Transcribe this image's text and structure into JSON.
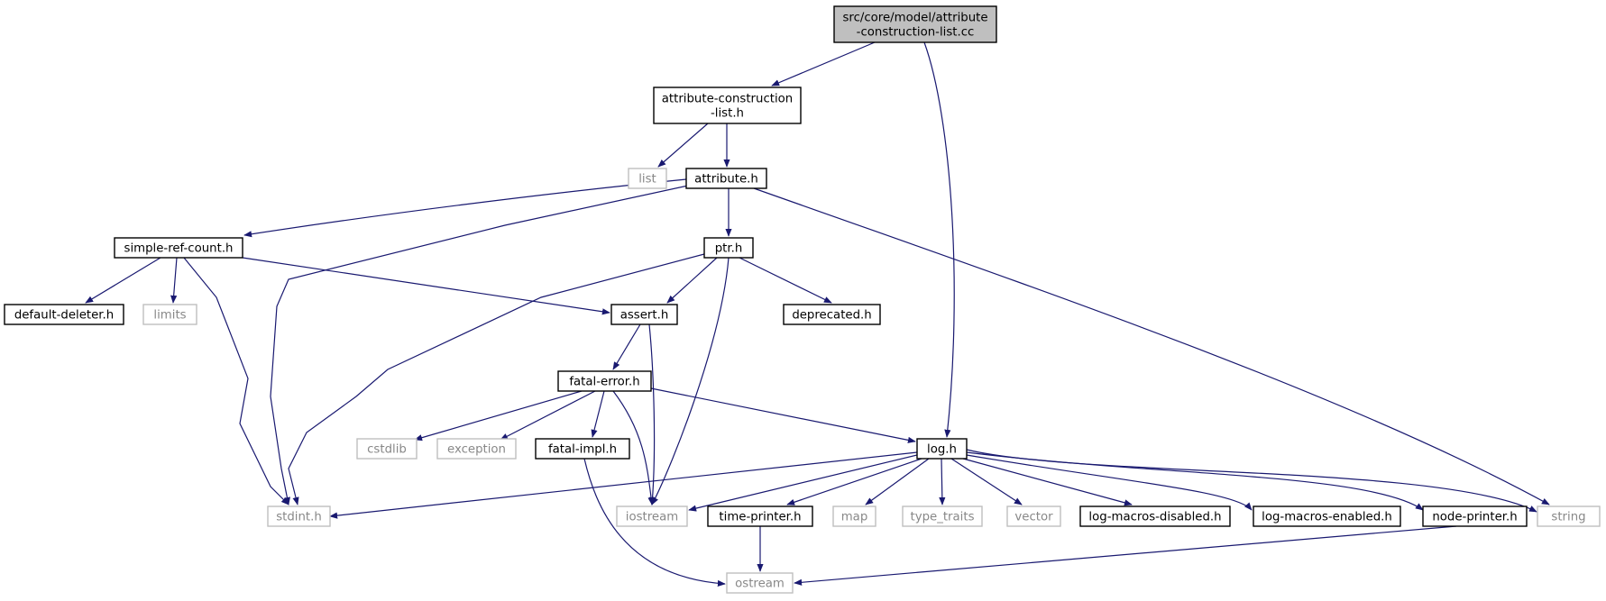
{
  "diagram": {
    "type": "include-dependency-graph",
    "colors": {
      "edge": "#191970",
      "root_fill": "#bfbfbf",
      "local_stroke": "#000000",
      "system_stroke": "#bfbfbf",
      "system_text": "#888888"
    },
    "nodes": [
      {
        "id": "root",
        "lines": [
          "src/core/model/attribute",
          "-construction-list.cc"
        ],
        "kind": "root"
      },
      {
        "id": "acl_h",
        "lines": [
          "attribute-construction",
          "-list.h"
        ],
        "kind": "local"
      },
      {
        "id": "list",
        "lines": [
          "list"
        ],
        "kind": "system"
      },
      {
        "id": "attribute_h",
        "lines": [
          "attribute.h"
        ],
        "kind": "local"
      },
      {
        "id": "simple_ref",
        "lines": [
          "simple-ref-count.h"
        ],
        "kind": "local"
      },
      {
        "id": "ptr_h",
        "lines": [
          "ptr.h"
        ],
        "kind": "local"
      },
      {
        "id": "default_deleter",
        "lines": [
          "default-deleter.h"
        ],
        "kind": "local"
      },
      {
        "id": "limits",
        "lines": [
          "limits"
        ],
        "kind": "system"
      },
      {
        "id": "assert_h",
        "lines": [
          "assert.h"
        ],
        "kind": "local"
      },
      {
        "id": "deprecated_h",
        "lines": [
          "deprecated.h"
        ],
        "kind": "local"
      },
      {
        "id": "fatal_error",
        "lines": [
          "fatal-error.h"
        ],
        "kind": "local"
      },
      {
        "id": "cstdlib",
        "lines": [
          "cstdlib"
        ],
        "kind": "system"
      },
      {
        "id": "exception",
        "lines": [
          "exception"
        ],
        "kind": "system"
      },
      {
        "id": "fatal_impl",
        "lines": [
          "fatal-impl.h"
        ],
        "kind": "local"
      },
      {
        "id": "log_h",
        "lines": [
          "log.h"
        ],
        "kind": "local"
      },
      {
        "id": "stdint",
        "lines": [
          "stdint.h"
        ],
        "kind": "system"
      },
      {
        "id": "iostream",
        "lines": [
          "iostream"
        ],
        "kind": "system"
      },
      {
        "id": "time_printer",
        "lines": [
          "time-printer.h"
        ],
        "kind": "local"
      },
      {
        "id": "map",
        "lines": [
          "map"
        ],
        "kind": "system"
      },
      {
        "id": "type_traits",
        "lines": [
          "type_traits"
        ],
        "kind": "system"
      },
      {
        "id": "vector",
        "lines": [
          "vector"
        ],
        "kind": "system"
      },
      {
        "id": "log_dis",
        "lines": [
          "log-macros-disabled.h"
        ],
        "kind": "local"
      },
      {
        "id": "log_en",
        "lines": [
          "log-macros-enabled.h"
        ],
        "kind": "local"
      },
      {
        "id": "node_printer",
        "lines": [
          "node-printer.h"
        ],
        "kind": "local"
      },
      {
        "id": "string",
        "lines": [
          "string"
        ],
        "kind": "system"
      },
      {
        "id": "ostream",
        "lines": [
          "ostream"
        ],
        "kind": "system"
      }
    ],
    "edges": [
      {
        "from": "root",
        "to": "acl_h"
      },
      {
        "from": "root",
        "to": "log_h"
      },
      {
        "from": "acl_h",
        "to": "list"
      },
      {
        "from": "acl_h",
        "to": "attribute_h"
      },
      {
        "from": "attribute_h",
        "to": "simple_ref"
      },
      {
        "from": "attribute_h",
        "to": "stdint"
      },
      {
        "from": "attribute_h",
        "to": "ptr_h"
      },
      {
        "from": "attribute_h",
        "to": "string"
      },
      {
        "from": "simple_ref",
        "to": "default_deleter"
      },
      {
        "from": "simple_ref",
        "to": "limits"
      },
      {
        "from": "simple_ref",
        "to": "stdint"
      },
      {
        "from": "simple_ref",
        "to": "assert_h"
      },
      {
        "from": "ptr_h",
        "to": "assert_h"
      },
      {
        "from": "ptr_h",
        "to": "deprecated_h"
      },
      {
        "from": "ptr_h",
        "to": "stdint"
      },
      {
        "from": "ptr_h",
        "to": "iostream"
      },
      {
        "from": "assert_h",
        "to": "fatal_error"
      },
      {
        "from": "assert_h",
        "to": "iostream"
      },
      {
        "from": "fatal_error",
        "to": "cstdlib"
      },
      {
        "from": "fatal_error",
        "to": "exception"
      },
      {
        "from": "fatal_error",
        "to": "fatal_impl"
      },
      {
        "from": "fatal_error",
        "to": "iostream"
      },
      {
        "from": "fatal_error",
        "to": "log_h"
      },
      {
        "from": "fatal_impl",
        "to": "ostream"
      },
      {
        "from": "log_h",
        "to": "stdint"
      },
      {
        "from": "log_h",
        "to": "iostream"
      },
      {
        "from": "log_h",
        "to": "time_printer"
      },
      {
        "from": "log_h",
        "to": "map"
      },
      {
        "from": "log_h",
        "to": "type_traits"
      },
      {
        "from": "log_h",
        "to": "vector"
      },
      {
        "from": "log_h",
        "to": "log_dis"
      },
      {
        "from": "log_h",
        "to": "log_en"
      },
      {
        "from": "log_h",
        "to": "node_printer"
      },
      {
        "from": "log_h",
        "to": "string"
      },
      {
        "from": "time_printer",
        "to": "ostream"
      },
      {
        "from": "node_printer",
        "to": "ostream"
      }
    ]
  }
}
